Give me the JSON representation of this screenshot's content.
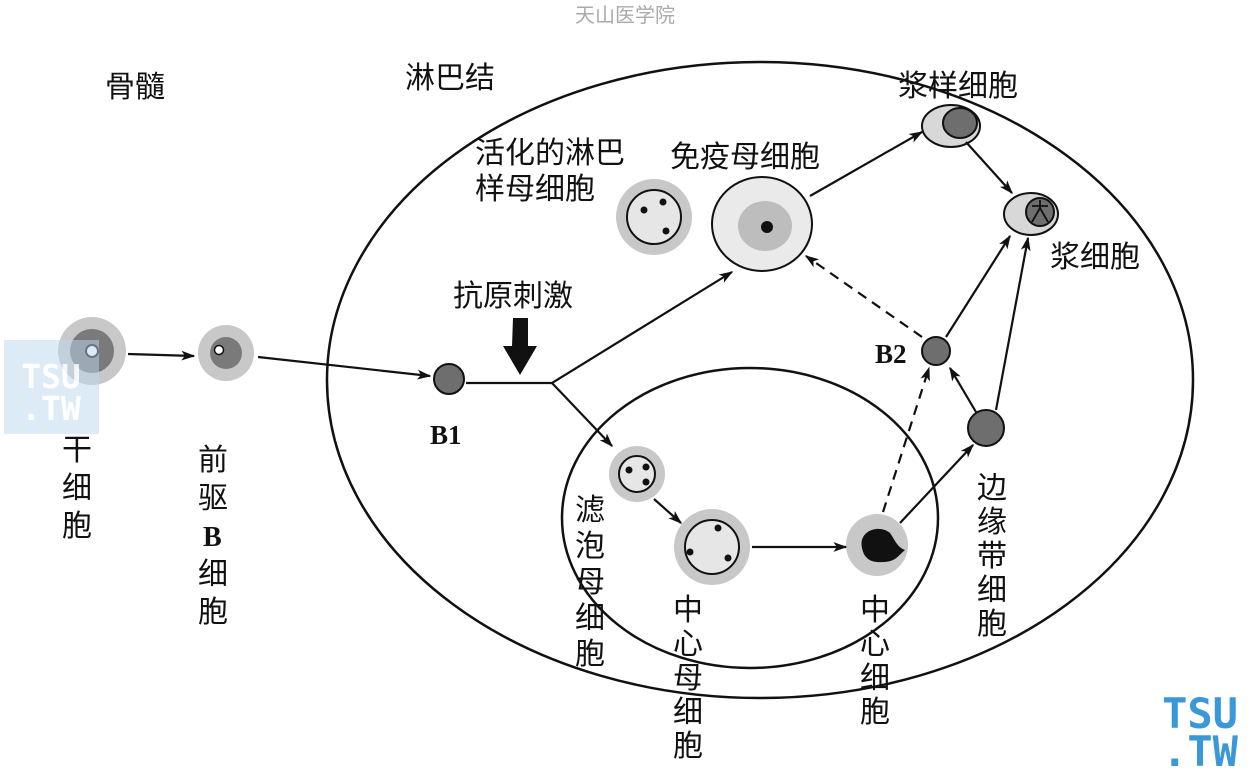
{
  "watermark": {
    "top_text": "天山医学院",
    "logo_line1": "TSU",
    "logo_line2": ".TW"
  },
  "regions": {
    "bone_marrow": "骨髓",
    "lymph_node": "淋巴结"
  },
  "cells": {
    "stem": "干细胞",
    "pro_b": "前驱B细胞",
    "b1": "B1",
    "b2": "B2",
    "activated_line1": "活化的淋巴",
    "activated_line2": "样母细胞",
    "immunoblast": "免疫母细胞",
    "plasmacytoid": "浆样细胞",
    "plasma": "浆细胞",
    "follicular_blast": "滤泡母细胞",
    "centroblast": "中心母细胞",
    "centrocyte": "中心细胞",
    "marginal_zone": "边缘带细胞"
  },
  "stimulus": "抗原刺激",
  "colors": {
    "light_gray": "#c8c8c8",
    "dark_gray": "#6e6e6e",
    "black": "#111111",
    "logo_blue": "#3a98d8"
  }
}
